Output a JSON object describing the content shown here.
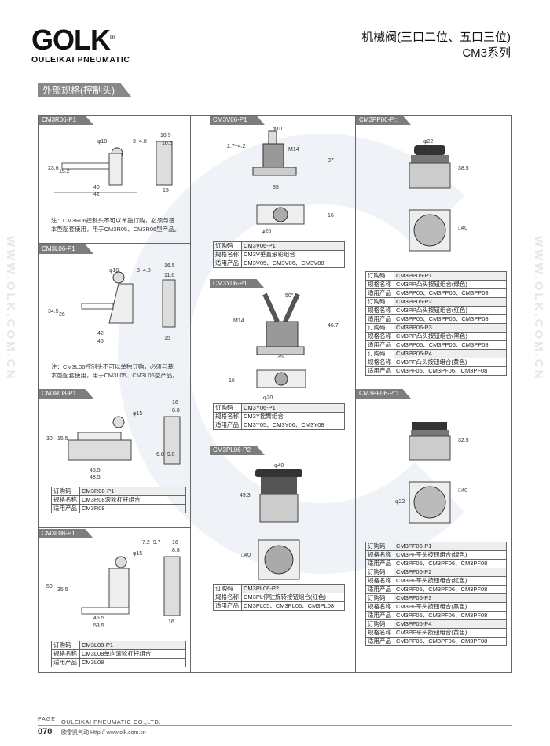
{
  "brand": {
    "name": "OLK",
    "registered": "®",
    "company": "OULEIKAI PNEUMATIC"
  },
  "header": {
    "title_line1": "机械阀(三口二位、五口三位)",
    "title_line2": "CM3系列"
  },
  "section": {
    "title": "外部规格(控制头)"
  },
  "watermark": "WWW.OLK.COM.CN",
  "panels": {
    "cm3r06": {
      "title": "CM3R06-P1",
      "dims": [
        "φ10",
        "3~4.8",
        "16.5",
        "10.5",
        "23.6",
        "15.2",
        "40",
        "42",
        "15"
      ],
      "note_line1": "注：CM3R06控制头不可以单独订购，必须与基",
      "note_line2": "本型配套使用，用于CM3R05、CM3R06型产品。"
    },
    "cm3l06": {
      "title": "CM3L06-P1",
      "dims": [
        "φ10",
        "3~4.8",
        "16.5",
        "11.6",
        "34.5",
        "26",
        "42",
        "45",
        "15"
      ],
      "note_line1": "注：CM3L06控制头不可以单独订购，必须与基",
      "note_line2": "本型配套使用，用于CM3L05、CM3L06型产品。"
    },
    "cm3r08": {
      "title": "CM3R08-P1",
      "dims": [
        "φ15",
        "16",
        "8.8",
        "30",
        "15.5",
        "6.8~9.0",
        "45.5",
        "48.5"
      ],
      "rows": [
        {
          "k": "订购码",
          "v": "CM3R08-P1"
        },
        {
          "k": "规格名称",
          "v": "CM3R08滚轮杠杆组合"
        },
        {
          "k": "适用产品",
          "v": "CM3R08"
        }
      ]
    },
    "cm3l08": {
      "title": "CM3L08-P1",
      "dims": [
        "φ15",
        "7.2~9.7",
        "16",
        "8.8",
        "50",
        "35.5",
        "45.5",
        "53.5",
        "16"
      ],
      "rows": [
        {
          "k": "订购码",
          "v": "CM3L08-P1"
        },
        {
          "k": "规格名称",
          "v": "CM3L08单向滚轮杠杆组合"
        },
        {
          "k": "适用产品",
          "v": "CM3L08"
        }
      ]
    },
    "cm3v06": {
      "title": "CM3V06-P1",
      "dims": [
        "φ10",
        "2.7~4.2",
        "M14",
        "37",
        "35",
        "16",
        "φ20"
      ],
      "rows": [
        {
          "k": "订购码",
          "v": "CM3V06-P1"
        },
        {
          "k": "规格名称",
          "v": "CM3V垂直滚轮组合"
        },
        {
          "k": "适用产品",
          "v": "CM3V05、CM3V06、CM3V08"
        }
      ]
    },
    "cm3y06": {
      "title": "CM3Y06-P1",
      "dims": [
        "50°",
        "M14",
        "46.7",
        "35",
        "16",
        "φ20"
      ],
      "rows": [
        {
          "k": "订购码",
          "v": "CM3Y06-P1"
        },
        {
          "k": "规格名称",
          "v": "CM3Y摇臂组合"
        },
        {
          "k": "适用产品",
          "v": "CM3Y05、CM3Y06、CM3Y08"
        }
      ]
    },
    "cm3pl06": {
      "title": "CM3PL06-P2",
      "dims": [
        "φ40",
        "49.3",
        "□40"
      ],
      "rows": [
        {
          "k": "订购码",
          "v": "CM3PL06-P2"
        },
        {
          "k": "规格名称",
          "v": "CM3PL停驻旋转按钮组合(红色)"
        },
        {
          "k": "适用产品",
          "v": "CM3PL05、CM3PL06、CM3PL08"
        }
      ]
    },
    "cm3pp06": {
      "title": "CM3PP06-P□",
      "dims": [
        "φ22",
        "38.5",
        "□40"
      ],
      "rows": [
        {
          "k": "订购码",
          "v": "CM3PP06-P1"
        },
        {
          "k": "规格名称",
          "v": "CM3PP凸头按钮组合(绿色)"
        },
        {
          "k": "适用产品",
          "v": "CM3PP05、CM3PP06、CM3PP08"
        },
        {
          "k": "订购码",
          "v": "CM3PP06-P2"
        },
        {
          "k": "规格名称",
          "v": "CM3PP凸头按钮组合(红色)"
        },
        {
          "k": "适用产品",
          "v": "CM3PP05、CM3PP06、CM3PP08"
        },
        {
          "k": "订购码",
          "v": "CM3PP06-P3"
        },
        {
          "k": "规格名称",
          "v": "CM3PP凸头按钮组合(黑色)"
        },
        {
          "k": "适用产品",
          "v": "CM3PP05、CM3PP06、CM3PP08"
        },
        {
          "k": "订购码",
          "v": "CM3PP06-P4"
        },
        {
          "k": "规格名称",
          "v": "CM3PF凸头按钮组合(黄色)"
        },
        {
          "k": "适用产品",
          "v": "CM3PF05、CM3PF06、CM3PF08"
        }
      ]
    },
    "cm3pf06": {
      "title": "CM3PF06-P□",
      "dims": [
        "32.5",
        "φ22",
        "□40"
      ],
      "rows": [
        {
          "k": "订购码",
          "v": "CM3PF06-P1"
        },
        {
          "k": "规格名称",
          "v": "CM3PF平头按钮组合(绿色)"
        },
        {
          "k": "适用产品",
          "v": "CM3PF05、CM3PF06、CM3PF08"
        },
        {
          "k": "订购码",
          "v": "CM3PF06-P2"
        },
        {
          "k": "规格名称",
          "v": "CM3PF平头按钮组合(红色)"
        },
        {
          "k": "适用产品",
          "v": "CM3PF05、CM3PF06、CM3PF08"
        },
        {
          "k": "订购码",
          "v": "CM3PF06-P3"
        },
        {
          "k": "规格名称",
          "v": "CM3PF平头按钮组合(黑色)"
        },
        {
          "k": "适用产品",
          "v": "CM3PF05、CM3PF06、CM3PF08"
        },
        {
          "k": "订购码",
          "v": "CM3PF06-P4"
        },
        {
          "k": "规格名称",
          "v": "CM3PF平头按钮组合(黄色)"
        },
        {
          "k": "适用产品",
          "v": "CM3PF05、CM3PF06、CM3PF08"
        }
      ]
    }
  },
  "footer": {
    "page_label": "PAGE",
    "page_number": "070",
    "company": "OULEIKAI PNEUMATIC CO.,LTD.",
    "website": "欧雷凯气动 Http:// www.olk.com.cn"
  }
}
